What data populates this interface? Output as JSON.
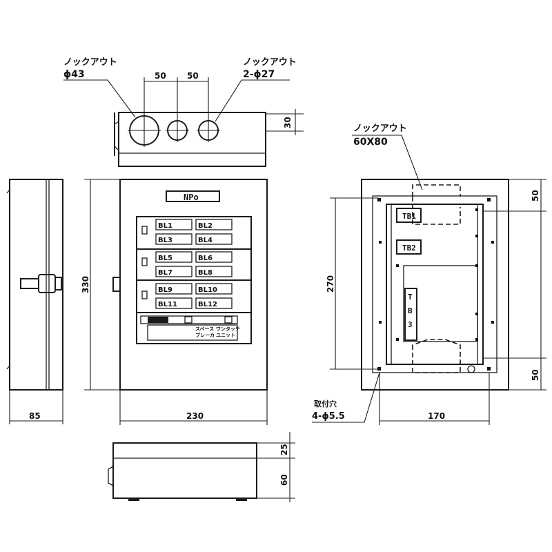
{
  "top_view": {
    "knockout_left_label": "ノックアウト",
    "knockout_left_size": "ϕ43",
    "knockout_right_label": "ノックアウト",
    "knockout_right_size": "2-ϕ27",
    "spacing_1": "50",
    "spacing_2": "50",
    "depth_dim": "30"
  },
  "side_view": {
    "depth_dim": "85"
  },
  "front_view": {
    "nameplate": "NPo",
    "height_dim": "330",
    "width_dim": "230",
    "breakers": [
      "BL1",
      "BL2",
      "BL3",
      "BL4",
      "BL5",
      "BL6",
      "BL7",
      "BL8",
      "BL9",
      "BL10",
      "BL11",
      "BL12"
    ],
    "bottom_label_1": "スペース",
    "bottom_label_2": "ブレーカ",
    "bottom_label_3": "ワンタッチ",
    "bottom_label_4": "ユニット"
  },
  "bottom_view": {
    "dim_upper": "25",
    "dim_lower": "60"
  },
  "back_view": {
    "knockout_label": "ノックアウト",
    "knockout_size": "60X80",
    "tb1": "TB1",
    "tb2": "TB2",
    "tb3_chars": [
      "T",
      "B",
      "3"
    ],
    "top_dim": "50",
    "bottom_dim": "50",
    "height_dim": "270",
    "width_dim": "170",
    "mount_label": "取付穴",
    "mount_size": "4-ϕ5.5"
  }
}
